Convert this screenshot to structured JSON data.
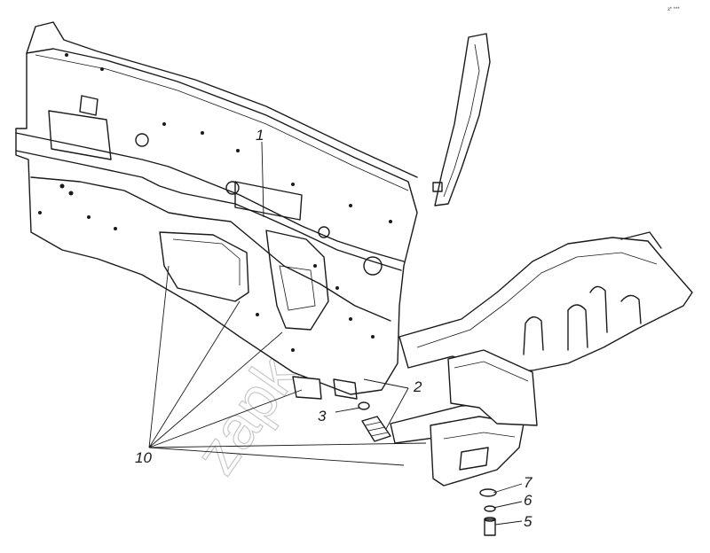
{
  "watermark": "zapkam.ru",
  "corner_mark": "з* ***",
  "callouts": [
    {
      "id": "1",
      "label": "1"
    },
    {
      "id": "2",
      "label": "2"
    },
    {
      "id": "3",
      "label": "3"
    },
    {
      "id": "5",
      "label": "5"
    },
    {
      "id": "6",
      "label": "6"
    },
    {
      "id": "7",
      "label": "7"
    },
    {
      "id": "10",
      "label": "10"
    }
  ]
}
